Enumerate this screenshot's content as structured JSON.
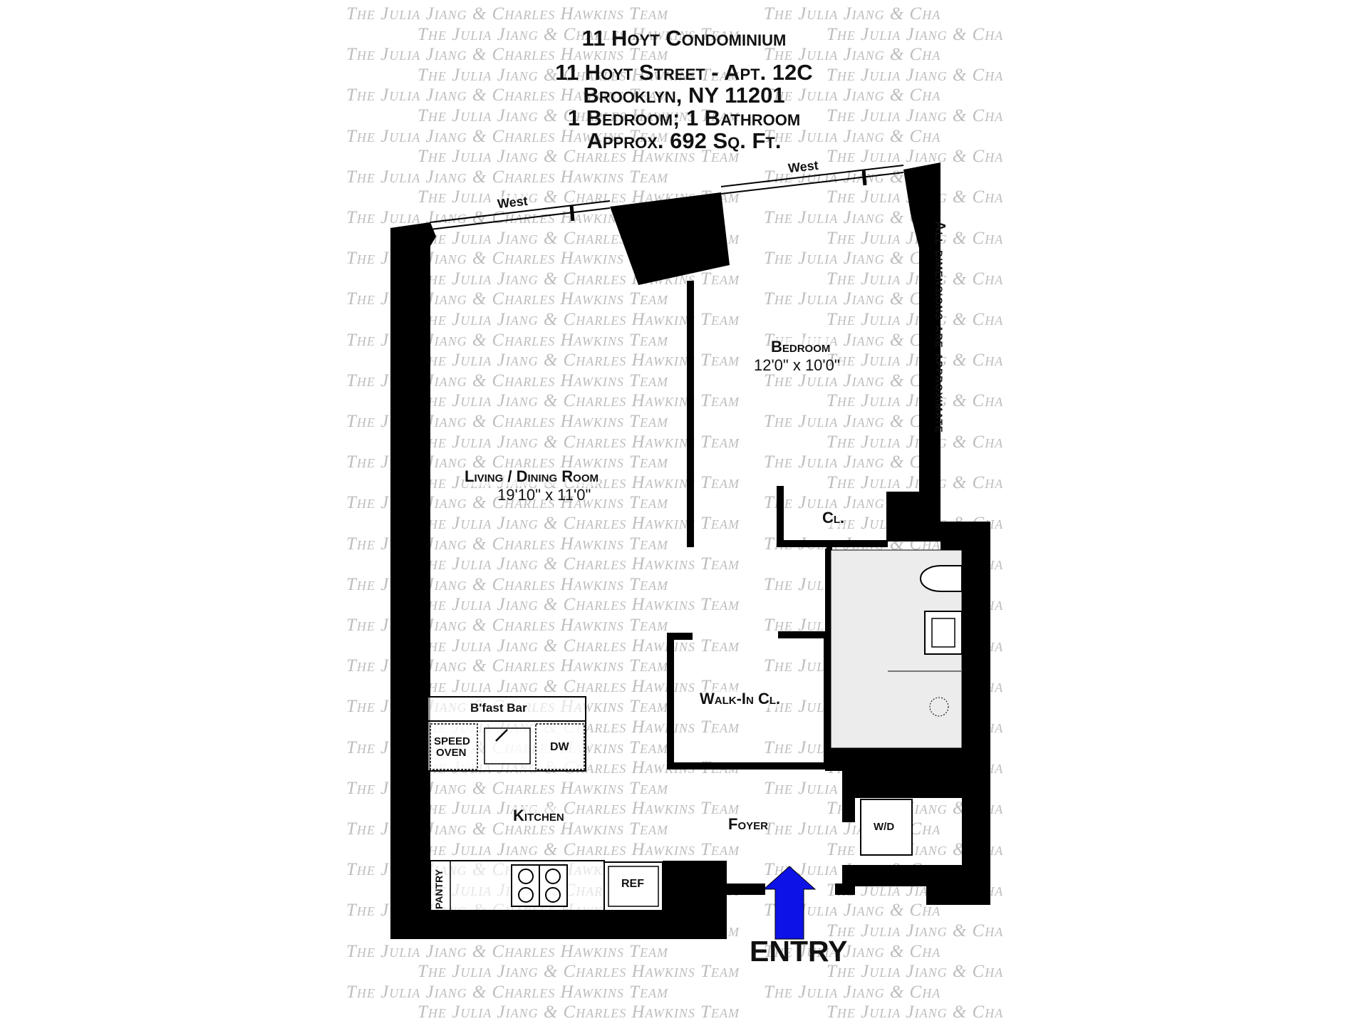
{
  "watermark": {
    "text": "The Julia Jiang & Charles Hawkins Team",
    "clip_text": "The Julia Jiang & Cha"
  },
  "header": {
    "building": "11 Hoyt Condominium",
    "address_line1": "11 Hoyt Street - Apt. 12C",
    "address_line2": "Brooklyn, NY  11201",
    "rooms": "1 Bedroom; 1 Bathroom",
    "area": "Approx. 692 Sq. Ft."
  },
  "orientation": {
    "west_left": "West",
    "west_right": "West"
  },
  "note": "All dimensions are approximate",
  "rooms": {
    "bedroom": {
      "name": "Bedroom",
      "dims": "12'0\"  x  10'0\""
    },
    "living": {
      "name": "Living / Dining Room",
      "dims": "19'10\"  x  11'0\""
    },
    "closet": {
      "name": "Cl."
    },
    "walkin": {
      "name": "Walk-In Cl."
    },
    "kitchen": {
      "name": "Kitchen"
    },
    "foyer": {
      "name": "Foyer"
    }
  },
  "fixtures": {
    "bfast_bar": "B'fast Bar",
    "speed_oven_1": "SPEED",
    "speed_oven_2": "OVEN",
    "dw": "DW",
    "ref": "REF",
    "wd": "W/D",
    "pantry": "PANTRY"
  },
  "entry": {
    "label": "ENTRY",
    "arrow_color": "#0d12e6"
  },
  "colors": {
    "wall": "#000000",
    "bath_floor": "#eeeeee"
  }
}
